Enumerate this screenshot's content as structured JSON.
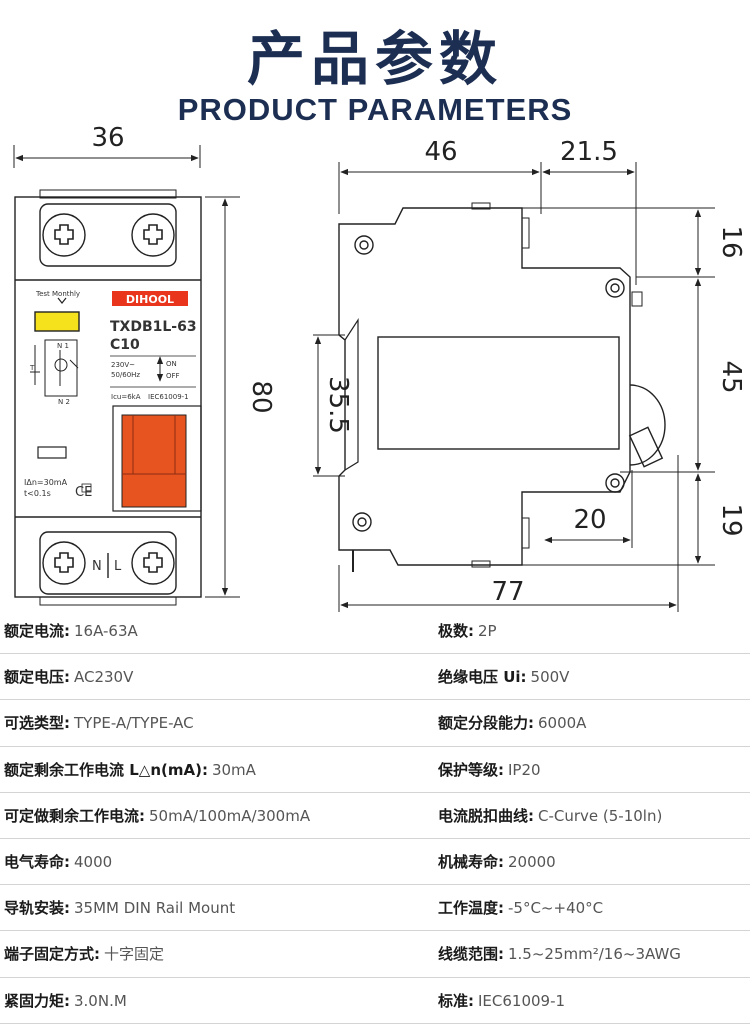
{
  "header": {
    "title_cn": "产品参数",
    "title_en": "PRODUCT PARAMETERS"
  },
  "front_view": {
    "brand": "DIHOOL",
    "test_label": "Test Monthly",
    "model": "TXDB1L-63",
    "rating": "C10",
    "voltage": "230V~",
    "frequency": "50/60Hz",
    "on_label": "ON",
    "off_label": "OFF",
    "icu": "Icu=6kA",
    "standard": "IEC61009-1",
    "idn": "IΔn=30mA",
    "time": "t<0.1s",
    "ce": "CE",
    "n_label": "N",
    "l_label": "L",
    "t_label": "T",
    "n1": "N 1",
    "n2": "N 2"
  },
  "dimensions": {
    "width_front": "36",
    "height_front": "80",
    "side_depth": "46",
    "side_top": "21.5",
    "side_total": "77",
    "rail": "35.5",
    "top_h": "16",
    "mid_h": "45",
    "bottom_h": "19",
    "lower_w": "20"
  },
  "specs": [
    {
      "left": {
        "label": "额定电流:",
        "value": "16A-63A"
      },
      "right": {
        "label": "极数:",
        "value": "2P"
      }
    },
    {
      "left": {
        "label": "额定电压:",
        "value": "AC230V"
      },
      "right": {
        "label": "绝缘电压 Ui:",
        "value": "500V"
      }
    },
    {
      "left": {
        "label": "可选类型:",
        "value": "TYPE-A/TYPE-AC"
      },
      "right": {
        "label": "额定分段能力:",
        "value": "6000A"
      }
    },
    {
      "left": {
        "label": "额定剩余工作电流 L△n(mA):",
        "value": "30mA"
      },
      "right": {
        "label": "保护等级:",
        "value": "IP20"
      }
    },
    {
      "left": {
        "label": "可定做剩余工作电流:",
        "value": "50mA/100mA/300mA"
      },
      "right": {
        "label": "电流脱扣曲线:",
        "value": "C-Curve (5-10ln)"
      }
    },
    {
      "left": {
        "label": "电气寿命:",
        "value": "4000"
      },
      "right": {
        "label": "机械寿命:",
        "value": "20000"
      }
    },
    {
      "left": {
        "label": "导轨安装:",
        "value": "35MM DIN Rail Mount"
      },
      "right": {
        "label": "工作温度:",
        "value": "-5°C~+40°C"
      }
    },
    {
      "left": {
        "label": "端子固定方式:",
        "value": "十字固定"
      },
      "right": {
        "label": "线缆范围:",
        "value": "1.5~25mm²/16~3AWG"
      }
    },
    {
      "left": {
        "label": "紧固力矩:",
        "value": "3.0N.M"
      },
      "right": {
        "label": "标准:",
        "value": "IEC61009-1"
      }
    }
  ],
  "colors": {
    "title": "#1c2e52",
    "brand_bg": "#e8351b",
    "handle": "#e8541f",
    "test_button": "#f5e11c"
  }
}
